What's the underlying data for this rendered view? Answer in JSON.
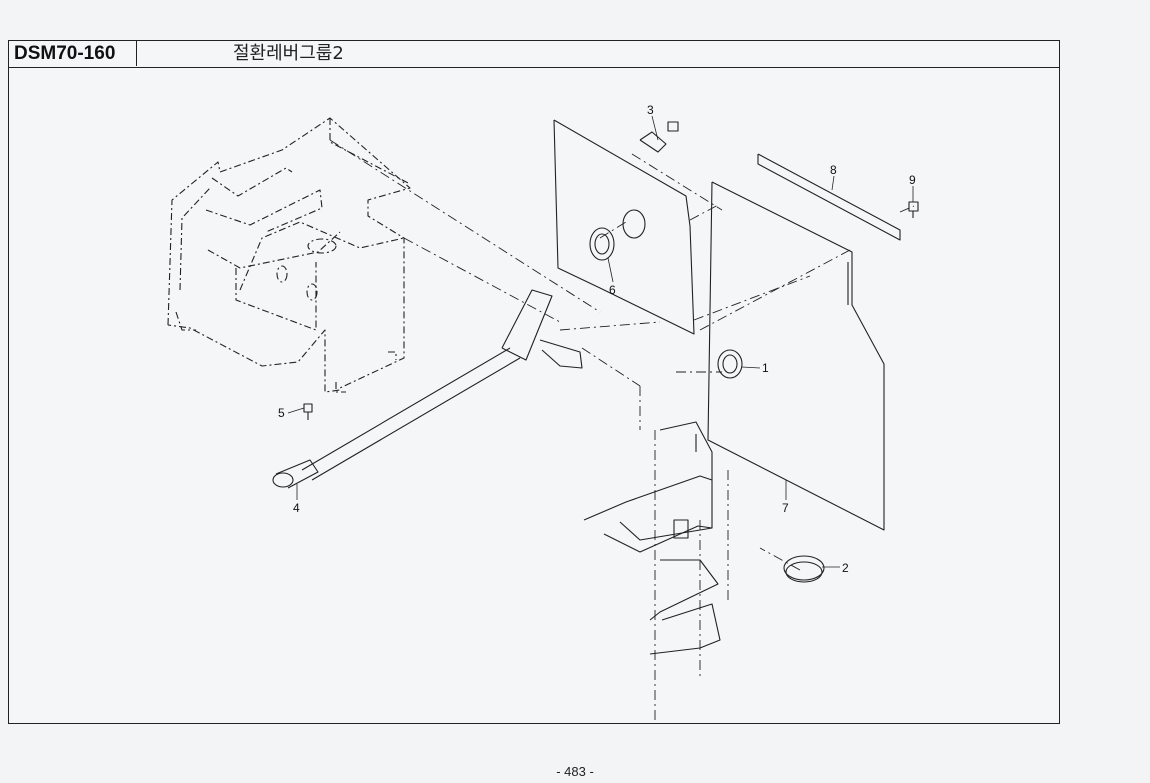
{
  "header": {
    "model_code": "DSM70-160",
    "group_title": "절환레버그룹2"
  },
  "callouts": [
    "1",
    "2",
    "3",
    "4",
    "5",
    "6",
    "7",
    "8",
    "9"
  ],
  "footer": {
    "page_number": "- 483 -"
  }
}
